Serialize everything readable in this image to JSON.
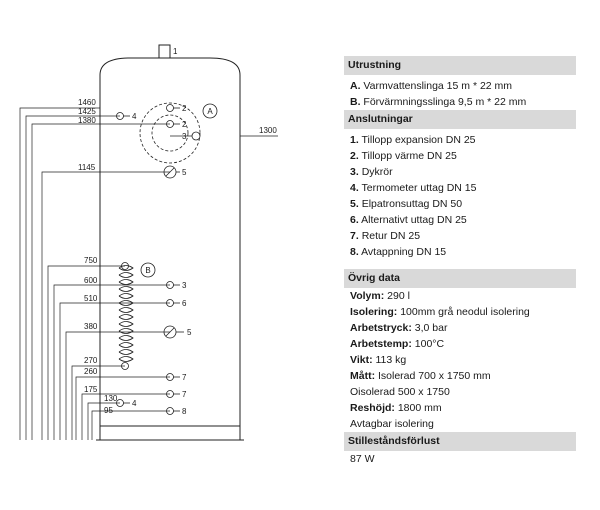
{
  "diagram": {
    "dimensions": [
      {
        "value": "1460",
        "id": "dim-1460"
      },
      {
        "value": "1425",
        "id": "dim-1425"
      },
      {
        "value": "1380",
        "id": "dim-1380"
      },
      {
        "value": "1300",
        "id": "dim-1300"
      },
      {
        "value": "1145",
        "id": "dim-1145"
      },
      {
        "value": "750",
        "id": "dim-750"
      },
      {
        "value": "600",
        "id": "dim-600"
      },
      {
        "value": "510",
        "id": "dim-510"
      },
      {
        "value": "380",
        "id": "dim-380"
      },
      {
        "value": "270",
        "id": "dim-270"
      },
      {
        "value": "260",
        "id": "dim-260"
      },
      {
        "value": "175",
        "id": "dim-175"
      },
      {
        "value": "130",
        "id": "dim-130"
      },
      {
        "value": "95",
        "id": "dim-95"
      }
    ],
    "port_labels": [
      "1",
      "2",
      "4",
      "2",
      "3",
      "5",
      "3",
      "6",
      "5",
      "7",
      "7",
      "4",
      "8"
    ],
    "coil_labels": {
      "a": "A",
      "b": "B"
    }
  },
  "panel": {
    "utrustning": {
      "title": "Utrustning",
      "items": [
        {
          "key": "A.",
          "text": "Varmvattenslinga 15 m * 22 mm"
        },
        {
          "key": "B.",
          "text": "Förvärmningsslinga 9,5 m * 22 mm"
        }
      ]
    },
    "anslutningar": {
      "title": "Anslutningar",
      "items": [
        {
          "key": "1.",
          "text": "Tillopp expansion DN 25"
        },
        {
          "key": "2.",
          "text": "Tillopp värme DN 25"
        },
        {
          "key": "3.",
          "text": "Dykrör"
        },
        {
          "key": "4.",
          "text": "Termometer uttag DN 15"
        },
        {
          "key": "5.",
          "text": "Elpatronsuttag DN 50"
        },
        {
          "key": "6.",
          "text": "Alternativt uttag DN 25"
        },
        {
          "key": "7.",
          "text": "Retur DN 25"
        },
        {
          "key": "8.",
          "text": "Avtappning DN 15"
        }
      ]
    },
    "ovrig": {
      "title": "Övrig data",
      "items": [
        {
          "key": "Volym:",
          "text": "290 l"
        },
        {
          "key": "Isolering:",
          "text": "100mm grå neodul isolering"
        },
        {
          "key": "Arbetstryck:",
          "text": "3,0 bar"
        },
        {
          "key": "Arbetstemp:",
          "text": "100°C"
        },
        {
          "key": "Vikt:",
          "text": "113 kg"
        },
        {
          "key": "Mått:",
          "text": "Isolerad 700 x 1750 mm"
        },
        {
          "key": "",
          "text": "Oisolerad 500 x 1750"
        },
        {
          "key": "Reshöjd:",
          "text": "1800 mm"
        },
        {
          "key": "",
          "text": "Avtagbar isolering"
        }
      ]
    },
    "stillestand": {
      "title": "Stilleståndsförlust",
      "value": "87 W"
    }
  }
}
